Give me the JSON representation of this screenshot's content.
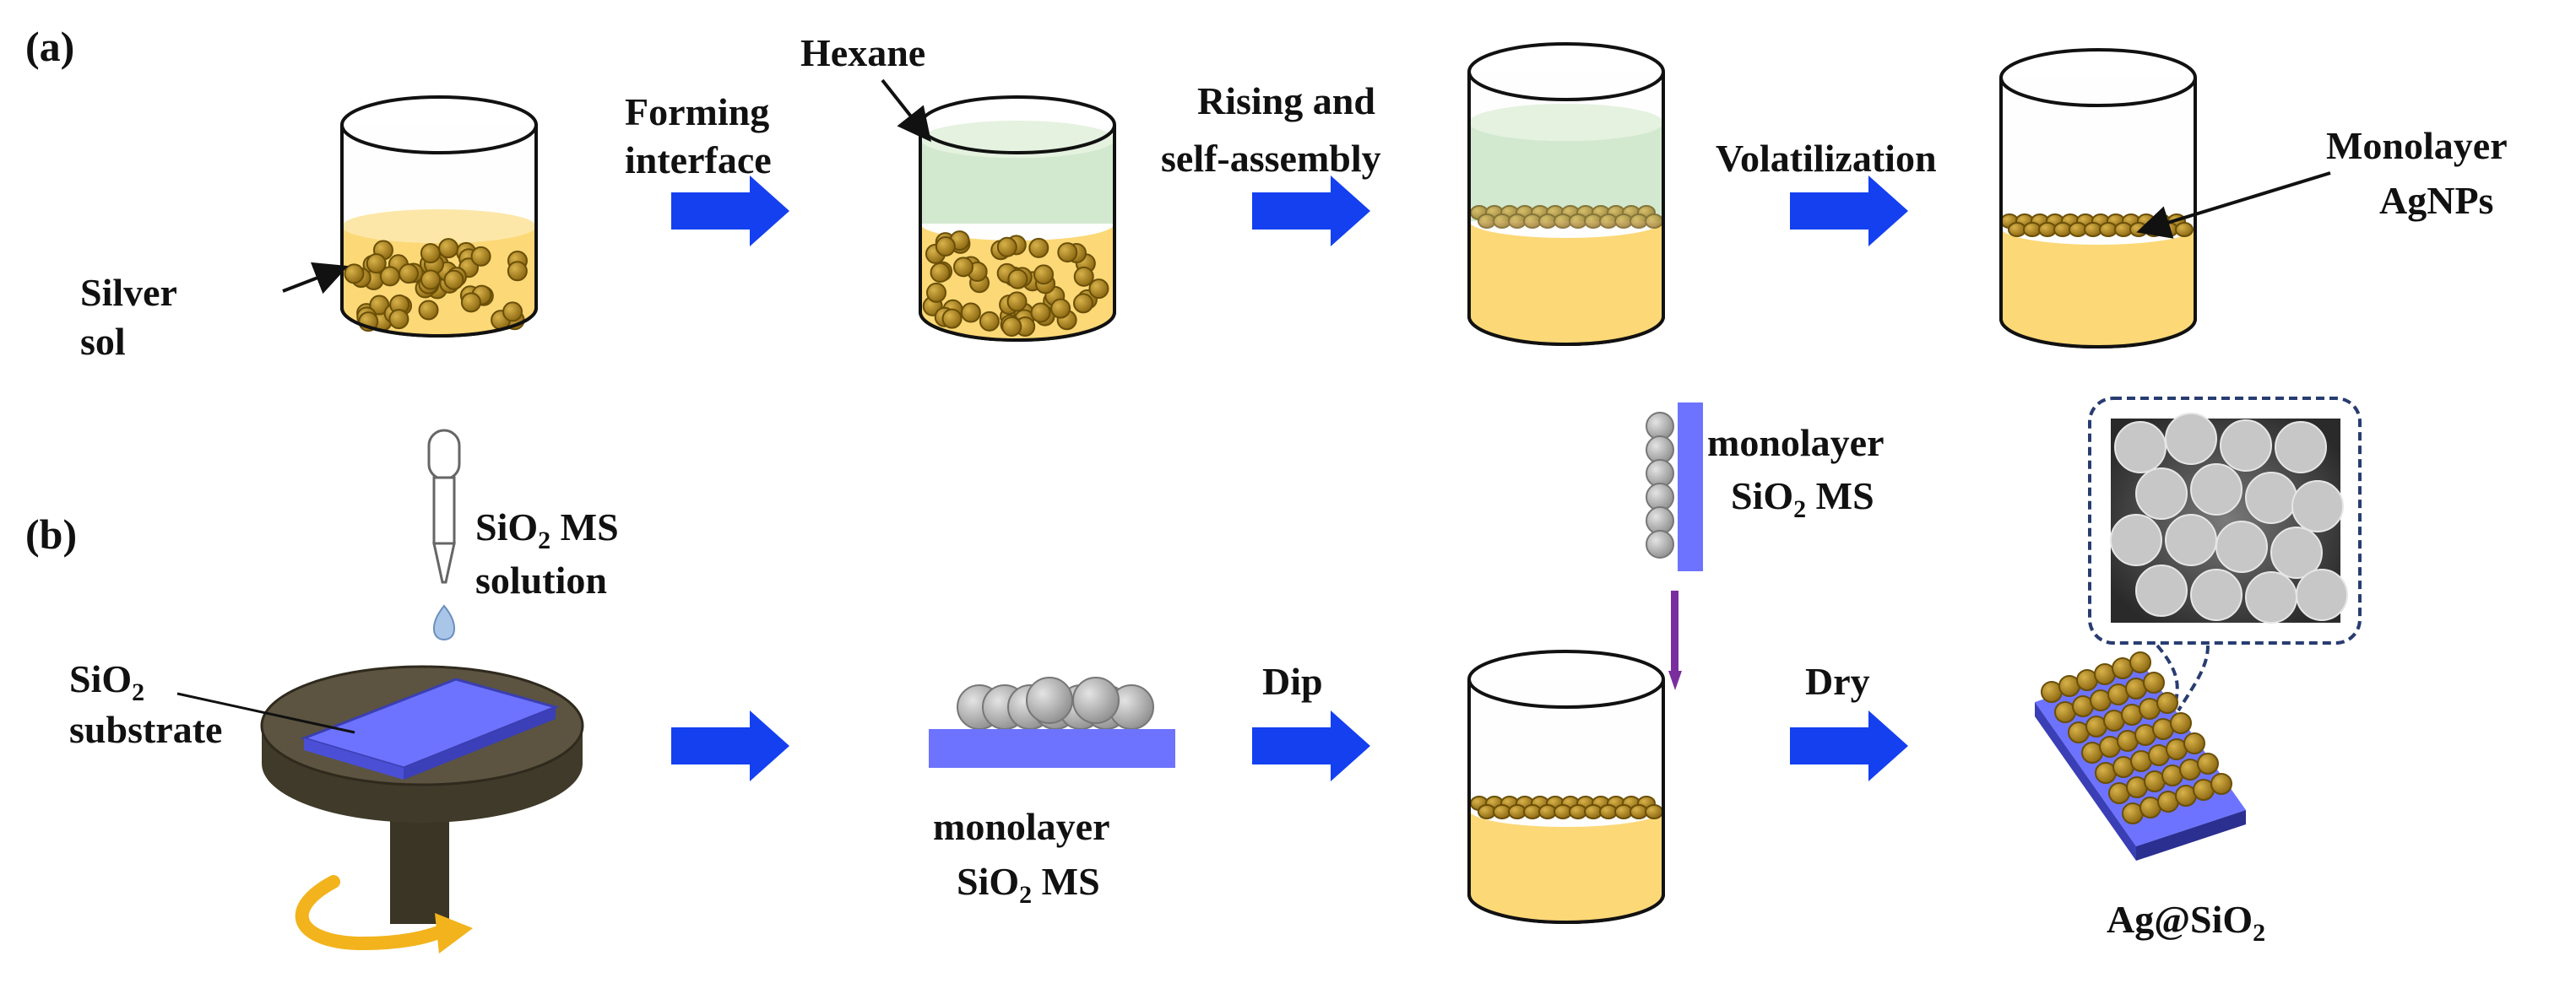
{
  "colors": {
    "arrow": "#1440f0",
    "solution": "#fcd877",
    "hexane": "#d3e9cf",
    "particle": "#a57d16",
    "particle_edge": "#6a4f08",
    "substrate": "#6d73ff",
    "sio2_sphere": "#b9b9b9",
    "spin_stage": "#4d4632",
    "rotation": "#f2b31c",
    "sem_frame": "#283c70"
  },
  "panel_a": {
    "label": "(a)",
    "hexane": "Hexane",
    "silver_sol": [
      "Silver",
      "sol"
    ],
    "step1": [
      "Forming",
      "interface"
    ],
    "step2": [
      "Rising and",
      "self-assembly"
    ],
    "step3": "Volatilization",
    "product": [
      "Monolayer",
      "AgNPs"
    ]
  },
  "panel_b": {
    "label": "(b)",
    "drop_label": {
      "line1_main": "SiO",
      "line1_sub": "2",
      "line1_tail": " MS",
      "line2": "solution"
    },
    "substrate_label": {
      "line1_main": "SiO",
      "line1_sub": "2",
      "line2": "substrate"
    },
    "monolayer_label": {
      "line1": "monolayer",
      "line2_main": "SiO",
      "line2_sub": "2",
      "line2_tail": " MS"
    },
    "dip_label": "Dip",
    "dipped_label": {
      "line1": "monolayer",
      "line2_main": "SiO",
      "line2_sub": "2",
      "line2_tail": " MS"
    },
    "dry_label": "Dry",
    "product_label": {
      "main": "Ag@SiO",
      "sub": "2"
    }
  },
  "icons": [
    "arrow-right-icon",
    "beaker-icon",
    "dropper-icon",
    "spin-coater-icon",
    "rotation-arrow-icon",
    "sem-image-icon"
  ]
}
